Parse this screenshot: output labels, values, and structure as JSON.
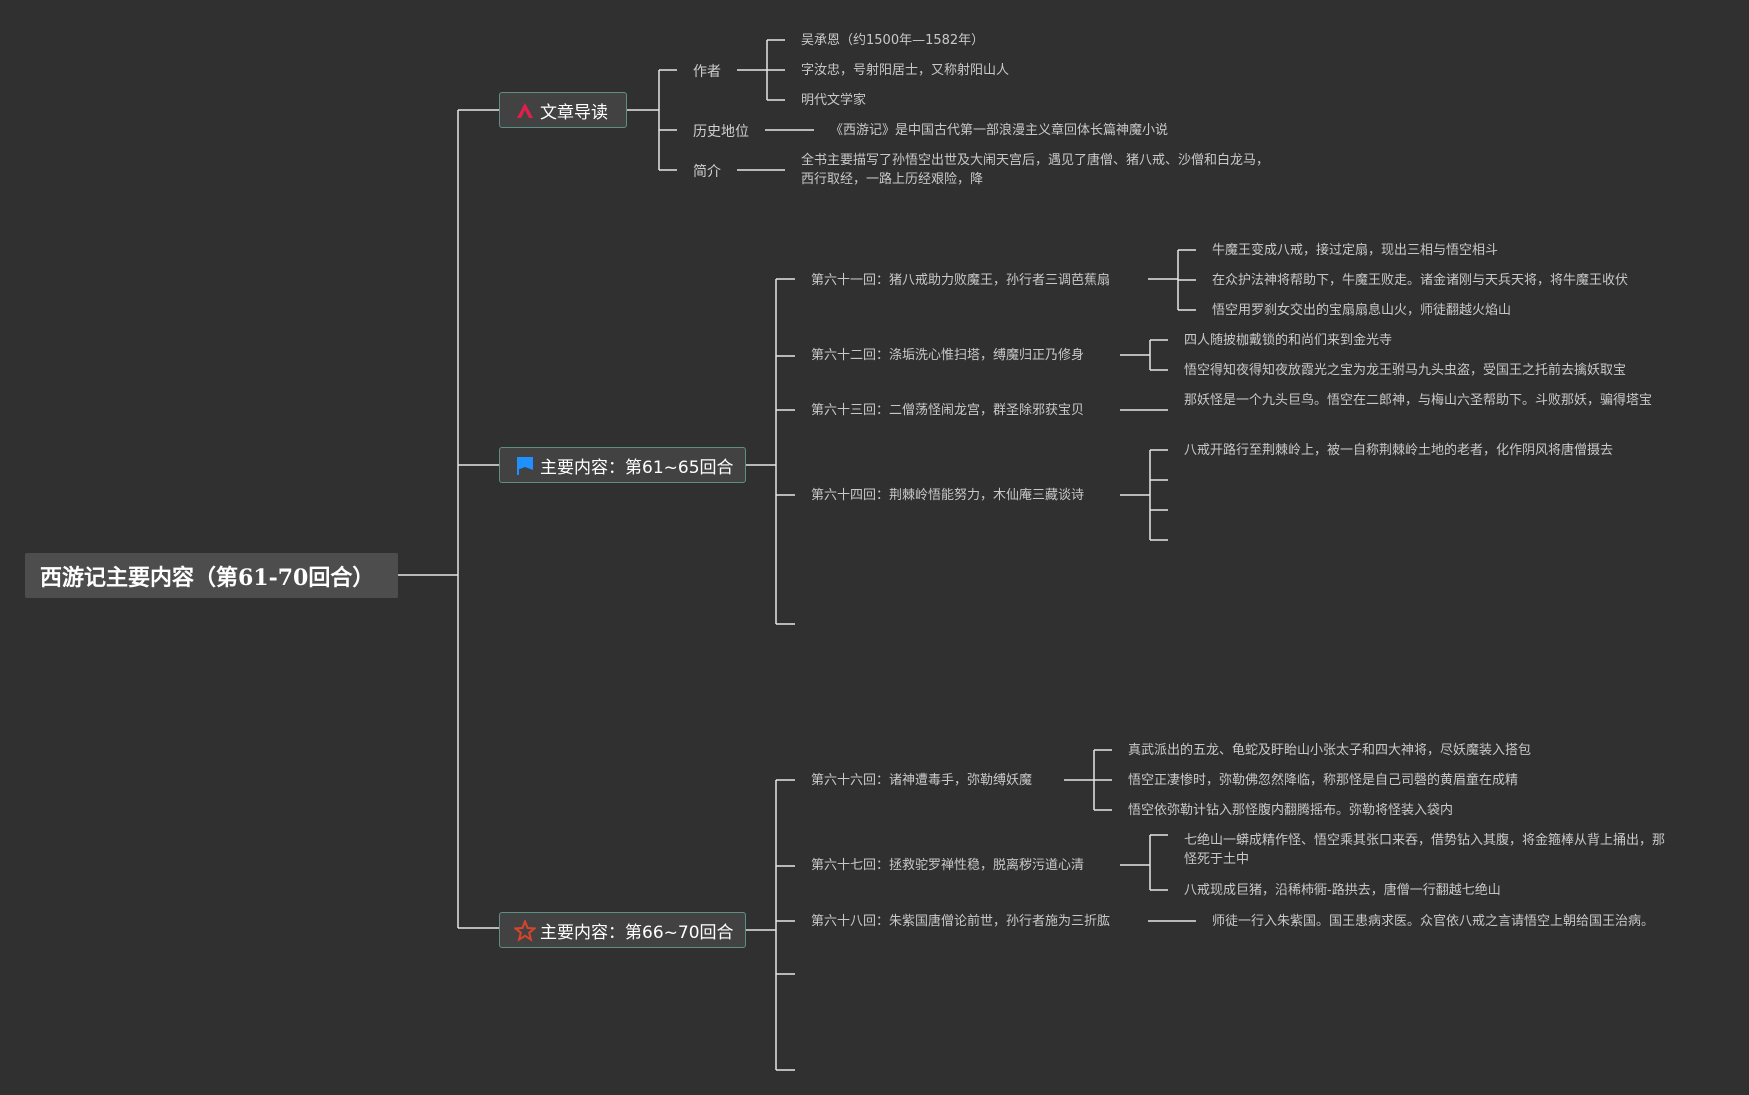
{
  "root": {
    "title": "西游记主要内容（第61-70回合）"
  },
  "topics": [
    {
      "label": "文章导读",
      "icon": "triangle-flag-icon",
      "icon_color": "#e0204a"
    },
    {
      "label": "主要内容：第61~65回合",
      "icon": "blue-flag-icon",
      "icon_color": "#1e90ff"
    },
    {
      "label": "主要内容：第66~70回合",
      "icon": "red-star-icon",
      "icon_color": "#d9442a"
    }
  ],
  "intro": {
    "author": {
      "label": "作者",
      "items": [
        "吴承恩（约1500年—1582年）",
        "字汝忠，号射阳居士，又称射阳山人",
        "明代文学家"
      ]
    },
    "history": {
      "label": "历史地位",
      "text": "《西游记》是中国古代第一部浪漫主义章回体长篇神魔小说"
    },
    "summary": {
      "label": "简介",
      "text": "全书主要描写了孙悟空出世及大闹天宫后，遇见了唐僧、猪八戒、沙僧和白龙马，西行取经，一路上历经艰险，降"
    }
  },
  "part1": {
    "ch61": {
      "title": "第六十一回：猪八戒助力败魔王，孙行者三调芭蕉扇",
      "items": [
        "牛魔王变成八戒，接过定扇，现出三相与悟空相斗",
        "在众护法神将帮助下，牛魔王败走。诸金诸刚与天兵天将，将牛魔王收伏",
        "悟空用罗刹女交出的宝扇扇息山火，师徒翻越火焰山"
      ]
    },
    "ch62": {
      "title": "第六十二回：涤垢洗心惟扫塔，缚魔归正乃修身",
      "items": [
        "四人随披枷戴锁的和尚们来到金光寺",
        "悟空得知夜得知夜放霞光之宝为龙王驸马九头虫盗，受国王之托前去擒妖取宝"
      ]
    },
    "ch63": {
      "title": "第六十三回：二僧荡怪闹龙宫，群圣除邪获宝贝",
      "items": [
        "那妖怪是一个九头巨鸟。悟空在二郎神，与梅山六圣帮助下。斗败那妖，骗得塔宝"
      ]
    },
    "ch64": {
      "title": "第六十四回：荆棘岭悟能努力，木仙庵三藏谈诗",
      "items": [
        "八戒开路行至荆棘岭上，被一自称荆棘岭土地的老者，化作阴风将唐僧摄去"
      ]
    }
  },
  "part2": {
    "ch66": {
      "title": "第六十六回：诸神遭毒手，弥勒缚妖魔",
      "items": [
        "真武派出的五龙、龟蛇及盱眙山小张太子和四大神将，尽妖魔装入搭包",
        "悟空正凄惨时，弥勒佛忽然降临，称那怪是自己司磬的黄眉童在成精",
        "悟空依弥勒计钻入那怪腹内翻腾摇布。弥勒将怪装入袋内"
      ]
    },
    "ch67": {
      "title": "第六十七回：拯救驼罗禅性稳，脱离秽污道心清",
      "items": [
        "七绝山一蟒成精作怪、悟空乘其张口来吞，借势钻入其腹，将金箍棒从背上捅出，那怪死于土中",
        "八戒现成巨猪，沿稀柿衕-路拱去，唐僧一行翻越七绝山"
      ]
    },
    "ch68": {
      "title": "第六十八回：朱紫国唐僧论前世，孙行者施为三折肱",
      "items": [
        "师徒一行入朱紫国。国王患病求医。众官依八戒之言请悟空上朝给国王治病。"
      ]
    }
  }
}
